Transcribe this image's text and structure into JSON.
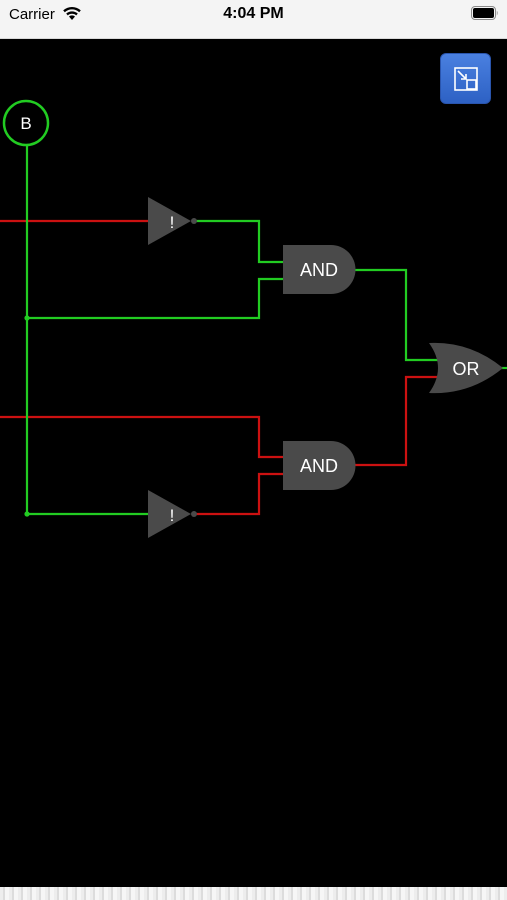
{
  "status_bar": {
    "carrier": "Carrier",
    "time": "4:04 PM",
    "icons": [
      "wifi-icon",
      "battery-icon"
    ]
  },
  "toolbar": {
    "fit_button_icon": "fit-to-screen-icon"
  },
  "circuit": {
    "input_label": "B",
    "not_gate_1_label": "!",
    "not_gate_2_label": "!",
    "and_gate_1_label": "AND",
    "and_gate_2_label": "AND",
    "or_gate_label": "OR"
  },
  "colors": {
    "wire_high": "#22cc22",
    "wire_low": "#cc1111",
    "gate_fill": "#4a4a4a",
    "accent_button": "#3a6fd6",
    "background": "#000000"
  }
}
